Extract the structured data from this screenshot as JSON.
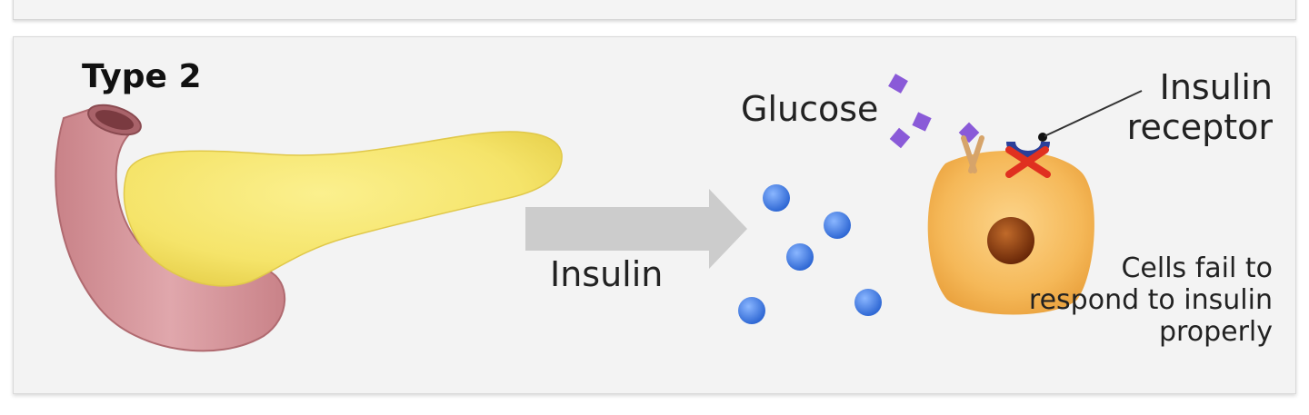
{
  "panel_title": "Type 2",
  "labels": {
    "glucose": "Glucose",
    "insulin": "Insulin",
    "insulin_receptor": "Insulin receptor",
    "cells_fail": "Cells fail to respond to insulin properly"
  },
  "colors": {
    "pancreas_body": "#f5e46a",
    "duodenum": "#d99aa0",
    "arrow": "#cccccc",
    "insulin_molecule": "#3f7de0",
    "glucose_molecule": "#8a5ad8",
    "cell": "#f5b858",
    "nucleus": "#8a3a10",
    "receptor": "#2a3f9a",
    "block_mark": "#e03020"
  },
  "icons": {
    "pancreas": "pancreas-illustration",
    "arrow": "right-arrow-icon",
    "cell": "cell-illustration",
    "block": "red-x-icon"
  }
}
